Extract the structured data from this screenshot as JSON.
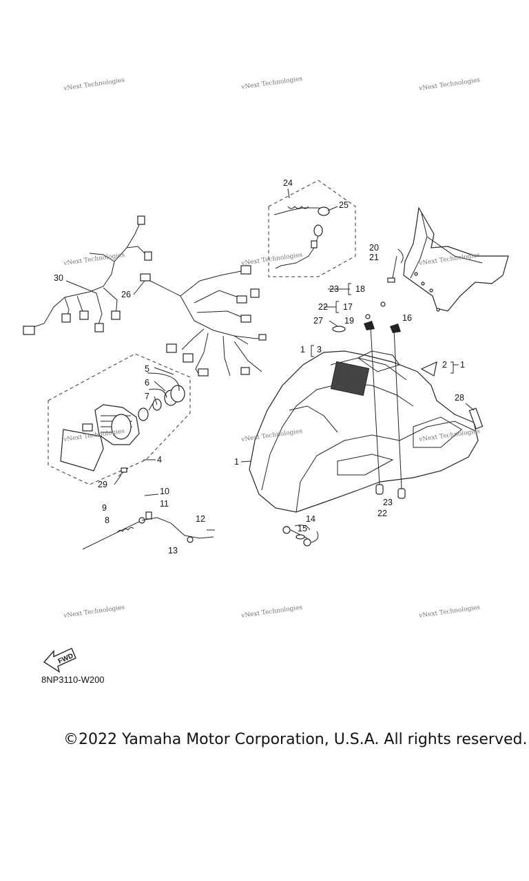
{
  "watermark_text": "vNext Technologies",
  "drawing_code": "8NP3110-W200",
  "fwd_label": "FWD",
  "copyright": "©2022 Yamaha Motor Corporation, U.S.A. All rights reserved.",
  "callouts": [
    "1",
    "1",
    "1",
    "2",
    "3",
    "4",
    "5",
    "6",
    "7",
    "8",
    "9",
    "10",
    "11",
    "12",
    "13",
    "14",
    "15",
    "16",
    "17",
    "18",
    "19",
    "20",
    "21",
    "22",
    "22",
    "23",
    "23",
    "24",
    "25",
    "26",
    "27",
    "28",
    "29",
    "30"
  ]
}
